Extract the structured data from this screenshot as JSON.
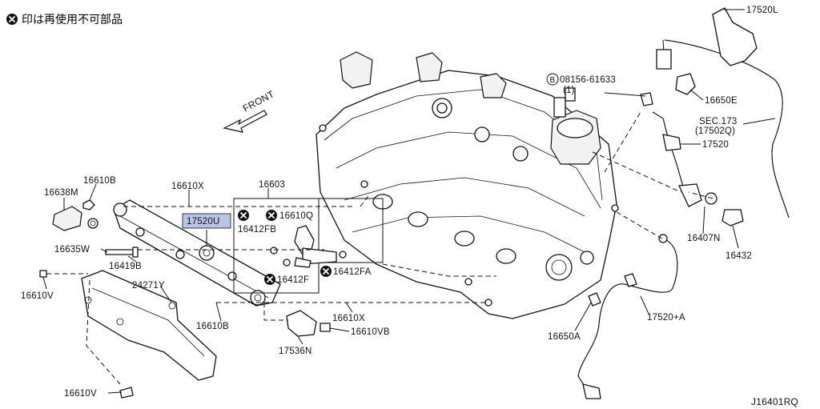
{
  "legend": {
    "symbol": "✕",
    "text": "印は再使用不可部品"
  },
  "front_label": "FRONT",
  "diagram_id": "J16401RQ",
  "highlight_color": "#b9c4e8",
  "parts": {
    "p17520L": "17520L",
    "p08156": "08156-61633",
    "p08156_qty": "(1)",
    "p08156_prefix": "B",
    "p16650E": "16650E",
    "sec173_a": "SEC.173",
    "sec173_b": "(17502Q)",
    "p17520": "17520",
    "p16407N": "16407N",
    "p16432": "16432",
    "p17520A": "17520+A",
    "p16650A": "16650A",
    "p16603": "16603",
    "p16610X_top": "16610X",
    "p16610B_top": "16610B",
    "p16638M": "16638M",
    "p17520U": "17520U",
    "p16610Q": "16610Q",
    "p16412FB": "16412FB",
    "p16635W": "16635W",
    "p16419B": "16419B",
    "p16412F": "16412F",
    "p16412FA": "16412FA",
    "p16610V_left": "16610V",
    "p24271Y": "24271Y",
    "p16610B_bot": "16610B",
    "p16610X_bot": "16610X",
    "p16610VB": "16610VB",
    "p17536N": "17536N",
    "p16610V_bot": "16610V"
  }
}
